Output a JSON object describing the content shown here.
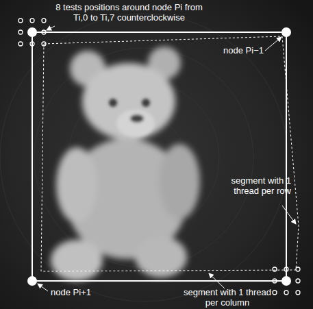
{
  "diagram": {
    "labels": [
      "8 tests positions around node Pi from Ti,0 to Ti,7 counterclockwise",
      "node Pi−1",
      "segment with 1 thread per row",
      "node Pi+1",
      "segment with 1 thread per column"
    ]
  }
}
